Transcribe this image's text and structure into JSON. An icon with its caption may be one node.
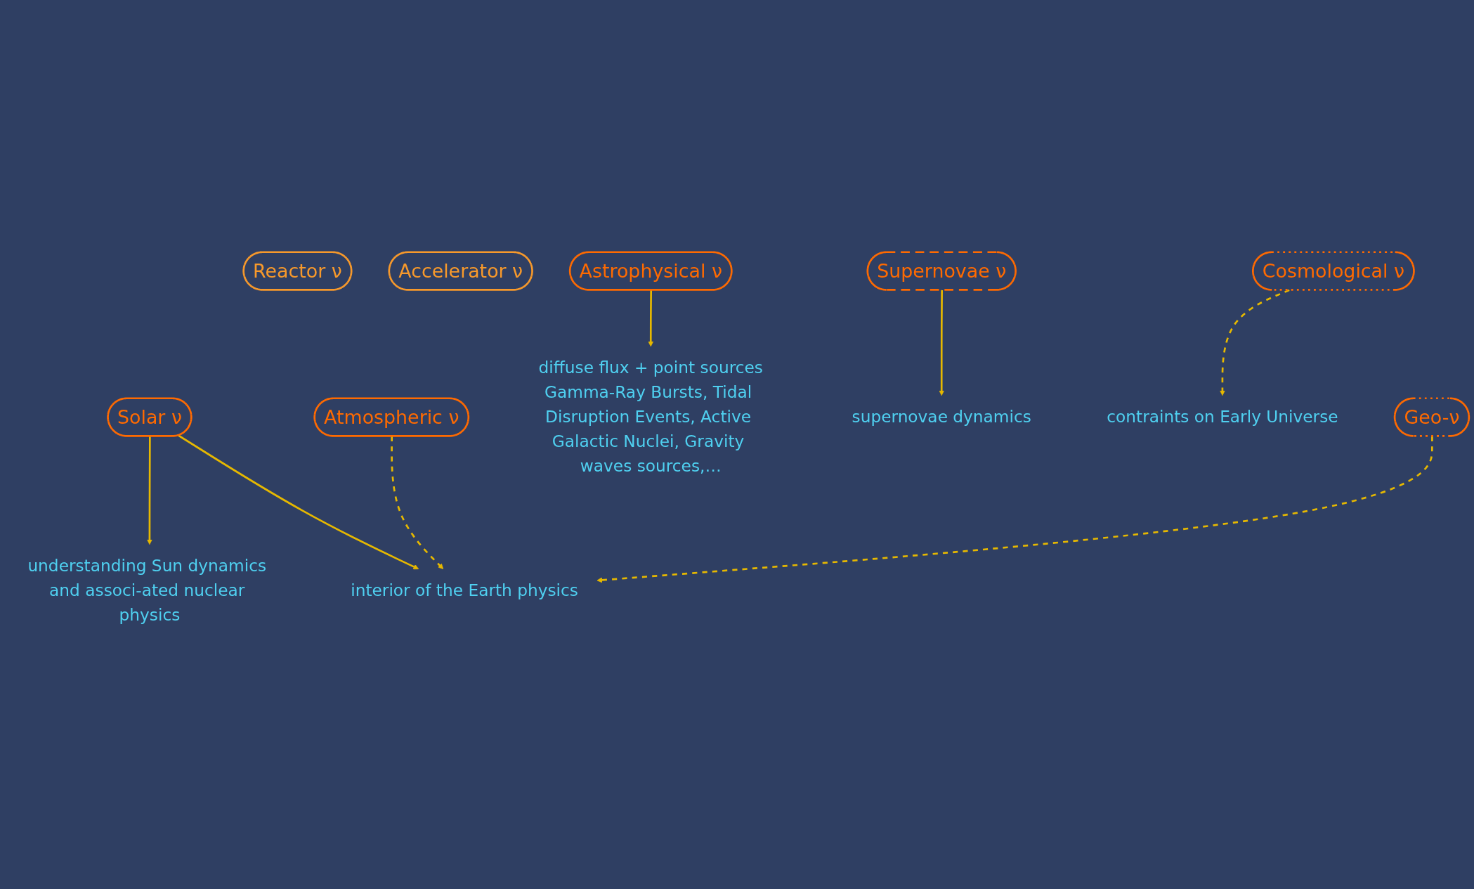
{
  "diagram": {
    "nodes": [
      {
        "text": [
          "Reactor ν"
        ]
      },
      {
        "text": [
          "Accelerator ν"
        ]
      },
      {
        "text": [
          "Solar ν"
        ]
      },
      {
        "text": [
          "Atmospheric ν"
        ]
      },
      {
        "text": [
          "understanding Sun dynamics and associ-ated nuclear physics"
        ]
      },
      {
        "text": [
          "Astrophysical ν"
        ]
      },
      {
        "text": [
          "diffuse flux + point sources",
          "Gamma-Ray Bursts, Tidal Disruption Events, Active Galactic Nuclei, Gravity waves sources,…"
        ]
      },
      {
        "text": [
          "Supernovae ν"
        ]
      },
      {
        "text": [
          "supernovae dynamics"
        ]
      },
      {
        "text": [
          "Cosmological ν"
        ]
      },
      {
        "text": [
          "Geo-ν"
        ]
      },
      {
        "text": [
          "interior of the Earth physics"
        ]
      },
      {
        "text": [
          "contraints on Early Universe"
        ]
      }
    ],
    "edges": [
      {
        "from": 2,
        "to": 4,
        "arrow": "to"
      },
      {
        "from": 2,
        "to": 11,
        "arrow": "to"
      },
      {
        "from": 3,
        "to": 11,
        "arrow": "to",
        "style": "dashed"
      },
      {
        "from": 5,
        "to": 6,
        "arrow": "to"
      },
      {
        "from": 7,
        "to": 8,
        "arrow": "to"
      },
      {
        "from": 9,
        "to": 12,
        "arrow": "to",
        "style": "dashed"
      },
      {
        "from": 10,
        "to": 11,
        "arrow": "to",
        "style": "dashed"
      }
    ]
  }
}
